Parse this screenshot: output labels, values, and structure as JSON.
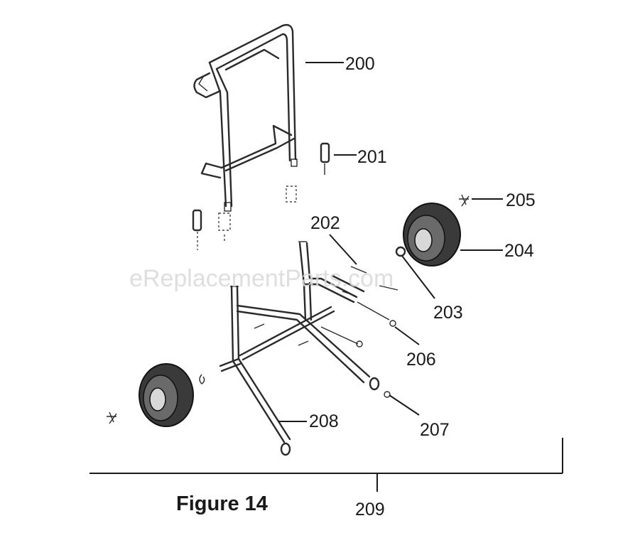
{
  "watermark": "eReplacementParts.com",
  "caption": "Figure 14",
  "part_labels": [
    "200",
    "201",
    "202",
    "203",
    "204",
    "205",
    "206",
    "207",
    "208",
    "209"
  ]
}
